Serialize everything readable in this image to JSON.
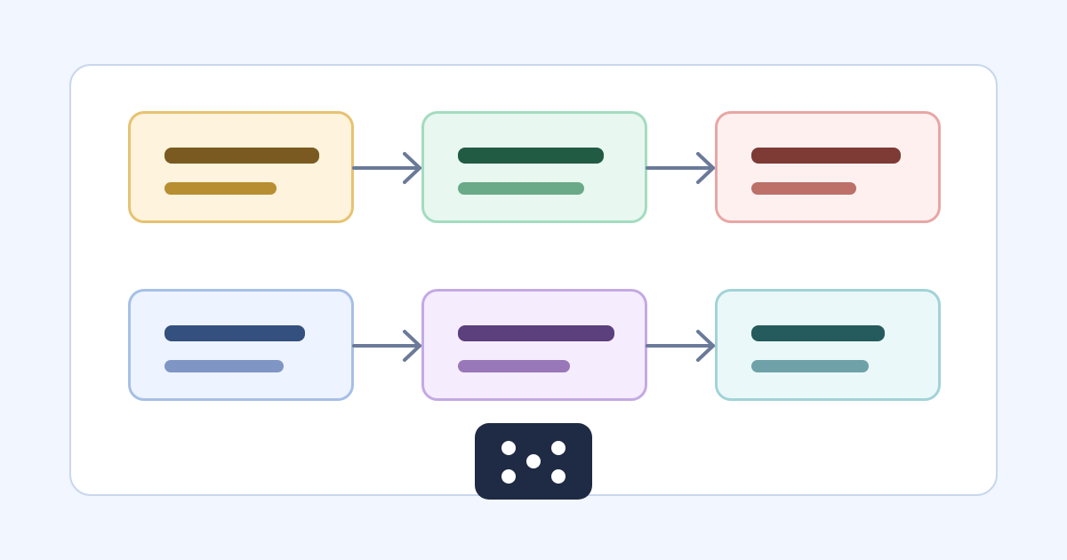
{
  "colors": {
    "background": "#f2f6fe",
    "panel_border": "#c9d7ee",
    "connector": "#6b7a99",
    "badge": "#1f2a44",
    "badge_dots": "#ffffff"
  },
  "flows": [
    {
      "row": 1,
      "steps": [
        {
          "theme": "amber",
          "fill": "#fef3dc",
          "border": "#e7c270",
          "bar": "#7a5a20",
          "subbar": "#b88e32",
          "bar_length": 174,
          "subbar_length": 126
        },
        {
          "theme": "green",
          "fill": "#e8f7ef",
          "border": "#a3dcc0",
          "bar": "#225b44",
          "subbar": "#6aaa88",
          "bar_length": 164,
          "subbar_length": 142
        },
        {
          "theme": "red",
          "fill": "#fff0f0",
          "border": "#e8a6a4",
          "bar": "#7e3a35",
          "subbar": "#bc7068",
          "bar_length": 168,
          "subbar_length": 118
        }
      ]
    },
    {
      "row": 2,
      "steps": [
        {
          "theme": "blue",
          "fill": "#edf3ff",
          "border": "#a6bfe6",
          "bar": "#33507e",
          "subbar": "#7f96c5",
          "bar_length": 158,
          "subbar_length": 134
        },
        {
          "theme": "purple",
          "fill": "#f5edfe",
          "border": "#c4a9e4",
          "bar": "#5c3f7d",
          "subbar": "#9878b8",
          "bar_length": 176,
          "subbar_length": 126
        },
        {
          "theme": "teal",
          "fill": "#ebf8f9",
          "border": "#a1d3d8",
          "bar": "#255b5c",
          "subbar": "#6ea2a8",
          "bar_length": 150,
          "subbar_length": 132
        }
      ]
    }
  ],
  "badge": {
    "icon": "dice-five-icon",
    "dot_count": 5
  }
}
